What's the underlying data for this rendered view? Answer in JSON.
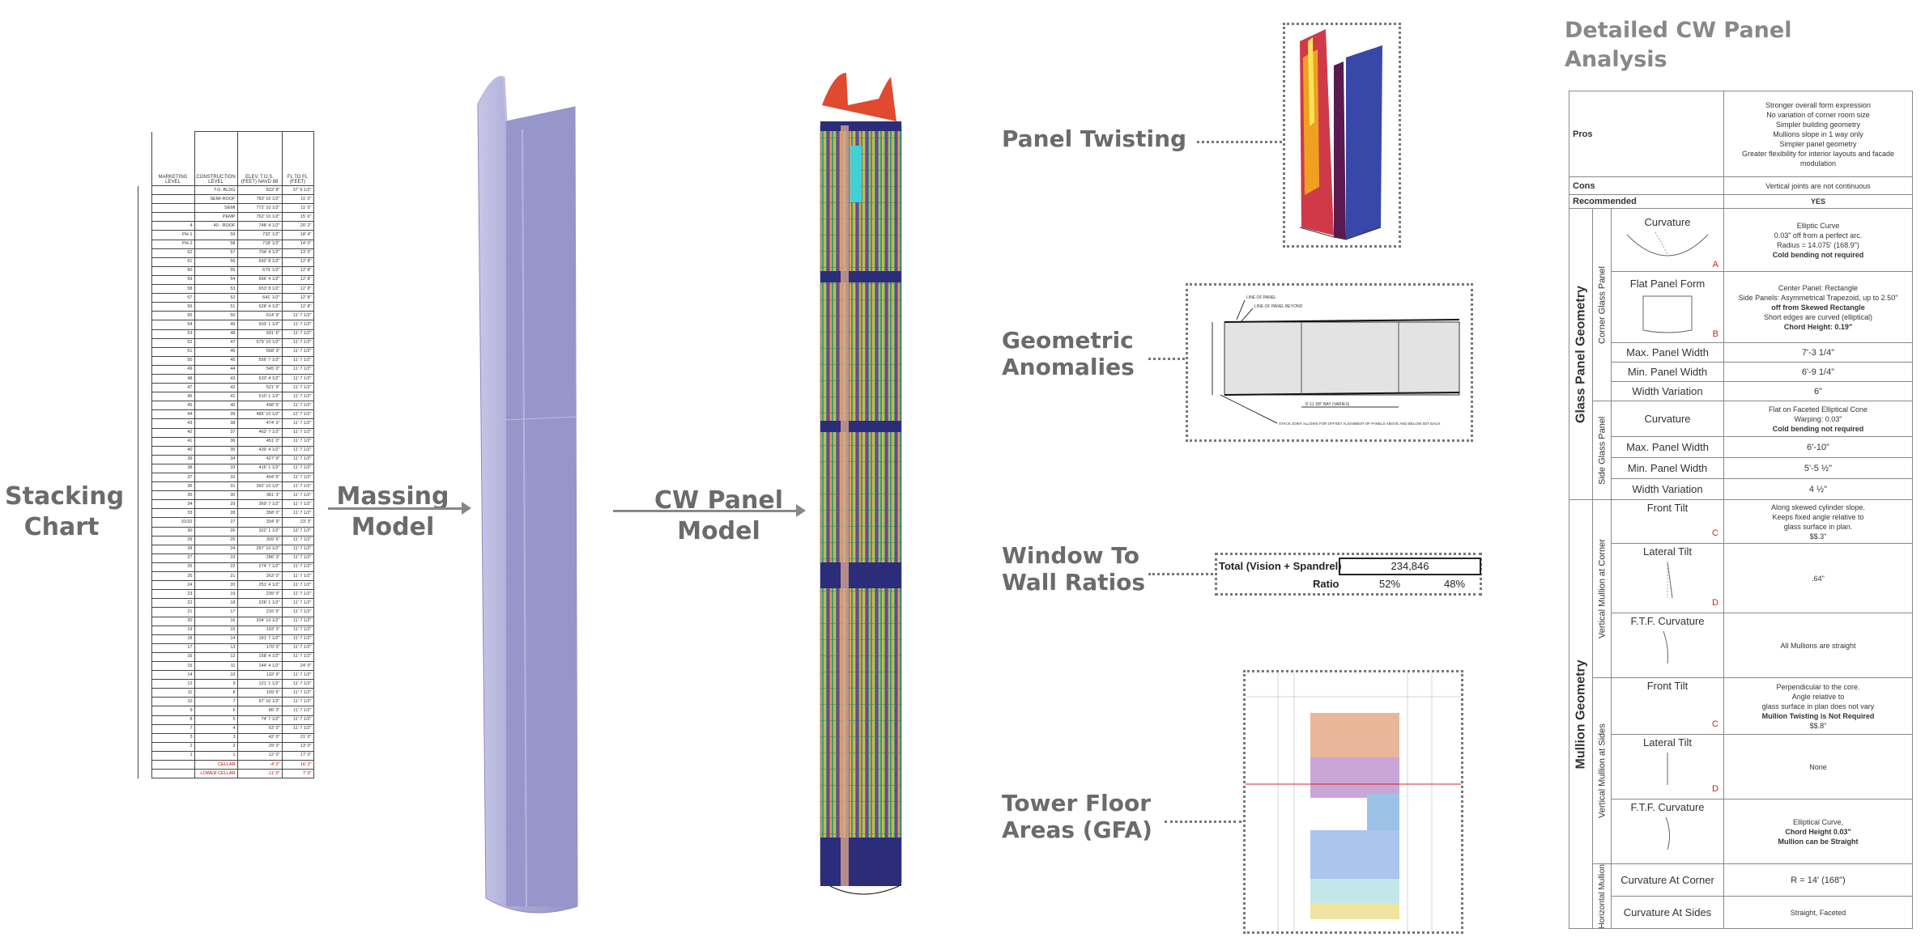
{
  "labels": {
    "stacking_chart_1": "Stacking",
    "stacking_chart_2": "Chart",
    "massing_1": "Massing",
    "massing_2": "Model",
    "cw_panel_1": "CW Panel",
    "cw_panel_2": "Model",
    "panel_twisting": "Panel Twisting",
    "geom_1": "Geometric",
    "geom_2": "Anomalies",
    "wwr_1": "Window To",
    "wwr_2": "Wall Ratios",
    "gfa_1": "Tower Floor",
    "gfa_2": "Areas (GFA)",
    "detail_title_1": "Detailed CW Panel",
    "detail_title_2": "Analysis"
  },
  "wwr": {
    "label": "Total (Vision + Spandrel)",
    "total": "234,846",
    "ratio_label": "Ratio",
    "ratio_1": "52%",
    "ratio_2": "48%"
  },
  "anomaly_notes": {
    "line1": "LINE OF PANEL",
    "line2": "LINE OF PANEL BEYOND",
    "dim": "8'-11 3/8\" BAY (VARIES)",
    "stack": "STACK JOINT ALLOWS FOR OFFSET ALIGNMENT OF PANELS ABOVE AND BELOW SET BACK"
  },
  "stacking": {
    "headers": [
      "MARKETING LEVEL",
      "CONSTRUCTION LEVEL",
      "ELEV. T.O.S. (FEET) NAVD 88",
      "FL TO FL (FEET)"
    ],
    "rows": [
      [
        "",
        "T.O. BLDG",
        "822' 8\"",
        "37' 9 1/2\""
      ],
      [
        "",
        "SEMI-ROOF",
        "783' 10 1/2\"",
        "11' 0\""
      ],
      [
        "",
        "SEMI",
        "772' 10 1/2\"",
        "11' 0\""
      ],
      [
        "",
        "PEMP",
        "762' 10 1/2\"",
        "15' 6\""
      ],
      [
        "4",
        "40 - ROOF",
        "748' 4 1/2\"",
        "20' 2\""
      ],
      [
        "PH-1",
        "59",
        "732' 1/2\"",
        "18' 4\""
      ],
      [
        "PH-2",
        "58",
        "718' 1/2\"",
        "14' 0\""
      ],
      [
        "62",
        "57",
        "704' 4 1/2\"",
        "13' 5\""
      ],
      [
        "61",
        "56",
        "692' 8 1/2\"",
        "12' 8\""
      ],
      [
        "60",
        "55",
        "679' 1/2\"",
        "12' 8\""
      ],
      [
        "59",
        "54",
        "666' 4 1/2\"",
        "12' 8\""
      ],
      [
        "58",
        "53",
        "653' 8 1/2\"",
        "12' 8\""
      ],
      [
        "57",
        "52",
        "641' 1/2\"",
        "12' 8\""
      ],
      [
        "56",
        "51",
        "628' 4 1/2\"",
        "12' 8\""
      ],
      [
        "55",
        "50",
        "614' 9\"",
        "11' 7 1/2\""
      ],
      [
        "54",
        "49",
        "603' 1 1/2\"",
        "11' 7 1/2\""
      ],
      [
        "53",
        "48",
        "591' 6\"",
        "11' 7 1/2\""
      ],
      [
        "52",
        "47",
        "579' 10 1/2\"",
        "11' 7 1/2\""
      ],
      [
        "51",
        "46",
        "568' 3\"",
        "11' 7 1/2\""
      ],
      [
        "50",
        "45",
        "556' 7 1/2\"",
        "11' 7 1/2\""
      ],
      [
        "49",
        "44",
        "545' 0\"",
        "11' 7 1/2\""
      ],
      [
        "48",
        "43",
        "533' 4 1/2\"",
        "11' 7 1/2\""
      ],
      [
        "47",
        "42",
        "521' 9\"",
        "11' 7 1/2\""
      ],
      [
        "46",
        "41",
        "510' 1 1/2\"",
        "11' 7 1/2\""
      ],
      [
        "45",
        "40",
        "498' 6\"",
        "11' 7 1/2\""
      ],
      [
        "44",
        "39",
        "485' 10 1/2\"",
        "12' 7 1/2\""
      ],
      [
        "43",
        "38",
        "474' 3\"",
        "11' 7 1/2\""
      ],
      [
        "42",
        "37",
        "462' 7 1/2\"",
        "11' 7 1/2\""
      ],
      [
        "41",
        "36",
        "451' 0\"",
        "11' 7 1/2\""
      ],
      [
        "40",
        "35",
        "439' 4 1/2\"",
        "11' 7 1/2\""
      ],
      [
        "39",
        "34",
        "427' 9\"",
        "11' 7 1/2\""
      ],
      [
        "38",
        "33",
        "416' 1 1/2\"",
        "11' 7 1/2\""
      ],
      [
        "37",
        "32",
        "404' 6\"",
        "11' 7 1/2\""
      ],
      [
        "36",
        "31",
        "392' 10 1/2\"",
        "11' 7 1/2\""
      ],
      [
        "35",
        "30",
        "381' 3\"",
        "11' 7 1/2\""
      ],
      [
        "34",
        "29",
        "369' 7 1/2\"",
        "11' 7 1/2\""
      ],
      [
        "33",
        "28",
        "358' 0\"",
        "11' 7 1/2\""
      ],
      [
        "31/32",
        "27",
        "334' 9\"",
        "23' 3\""
      ],
      [
        "30",
        "26",
        "322' 1 1/2\"",
        "13' 7 1/2\""
      ],
      [
        "29",
        "25",
        "309' 6\"",
        "11' 7 1/2\""
      ],
      [
        "28",
        "24",
        "297' 10 1/2\"",
        "11' 7 1/2\""
      ],
      [
        "27",
        "23",
        "286' 3\"",
        "11' 7 1/2\""
      ],
      [
        "26",
        "22",
        "274' 7 1/2\"",
        "11' 7 1/2\""
      ],
      [
        "25",
        "21",
        "263' 0\"",
        "11' 7 1/2\""
      ],
      [
        "24",
        "20",
        "251' 4 1/2\"",
        "11' 7 1/2\""
      ],
      [
        "23",
        "19",
        "239' 9\"",
        "11' 7 1/2\""
      ],
      [
        "22",
        "18",
        "228' 1 1/2\"",
        "11' 7 1/2\""
      ],
      [
        "21",
        "17",
        "216' 6\"",
        "11' 7 1/2\""
      ],
      [
        "20",
        "16",
        "204' 10 1/2\"",
        "11' 7 1/2\""
      ],
      [
        "19",
        "15",
        "193' 3\"",
        "11' 7 1/2\""
      ],
      [
        "18",
        "14",
        "181' 7 1/2\"",
        "11' 7 1/2\""
      ],
      [
        "17",
        "13",
        "170' 0\"",
        "11' 7 1/2\""
      ],
      [
        "16",
        "12",
        "158' 4 1/2\"",
        "11' 7 1/2\""
      ],
      [
        "15",
        "11",
        "144' 4 1/2\"",
        "24' 0\""
      ],
      [
        "14",
        "10",
        "132' 9\"",
        "11' 7 1/2\""
      ],
      [
        "12",
        "9",
        "121' 1 1/2\"",
        "11' 7 1/2\""
      ],
      [
        "11",
        "8",
        "109' 6\"",
        "11' 7 1/2\""
      ],
      [
        "10",
        "7",
        "97' 10 1/2\"",
        "11' 7 1/2\""
      ],
      [
        "9",
        "6",
        "86' 3\"",
        "11' 7 1/2\""
      ],
      [
        "8",
        "5",
        "74' 7 1/2\"",
        "11' 7 1/2\""
      ],
      [
        "7",
        "4",
        "63' 0\"",
        "11' 7 1/2\""
      ],
      [
        "3",
        "3",
        "42' 0\"",
        "21' 0\""
      ],
      [
        "2",
        "2",
        "29' 0\"",
        "13' 0\""
      ],
      [
        "1",
        "1",
        "12' 0\"",
        "17' 0\""
      ],
      [
        "",
        "CELLAR",
        "-4' 2\"",
        "16' 2\""
      ],
      [
        "",
        "LOWER CELLAR",
        "-11' 0\"",
        "7' 0\""
      ]
    ]
  },
  "detail": {
    "pros_label": "Pros",
    "pros_text": [
      "Stronger overall form expression",
      "No variation of corner room size",
      "Simpler building geometry",
      "Mullions slope in 1 way only",
      "Simpler panel geometry",
      "Greater flexibility for interior layouts and facade modulation"
    ],
    "cons_label": "Cons",
    "cons_text": "Vertical joints are not continuous",
    "rec_label": "Recommended",
    "rec_value": "YES",
    "glass_group": "Glass Panel Geometry",
    "corner_glass": "Corner Glass Panel",
    "side_glass": "Side Glass Panel",
    "curvature": "Curvature",
    "curv_text": [
      "Elliptic Curve",
      "0.03\" off from a perfect arc.",
      "Radius = 14.075' (168.9\")",
      "Cold bending not required"
    ],
    "mark_a": "A",
    "flat_form": "Flat Panel Form",
    "flat_text": [
      "Center Panel: Rectangle",
      "Side Panels: Asymmetrical Trapezoid, up to 2.50\"",
      "off from Skewed Rectangle",
      "",
      "Short edges are curved (elliptical)",
      "Chord Height: 0.19\""
    ],
    "mark_b": "B",
    "max_w": "Max. Panel Width",
    "max_w_val": "7'-3 1/4\"",
    "min_w": "Min. Panel Width",
    "min_w_val": "6'-9 1/4\"",
    "wvar": "Width Variation",
    "wvar_val": "6\"",
    "side_curv_text": [
      "Flat on Faceted Elliptical Cone",
      "Warping: 0.03\"",
      "Cold bending not required"
    ],
    "side_max_val": "6'-10\"",
    "side_min_val": "5'-5 ½\"",
    "side_wvar_val": "4 ½\"",
    "mullion_group": "Mullion Geometry",
    "vm_corner": "Vertical Mullion at Corner",
    "vm_sides": "Vertical Mullion at Sides",
    "h_mullion": "Horizontal Mullion",
    "front_tilt": "Front Tilt",
    "front_tilt_text": [
      "Along skewed cylinder slope.",
      "Keeps fixed angle relative to",
      "glass surface in plan.",
      "$$.3\""
    ],
    "mark_c": "C",
    "lateral_tilt": "Lateral Tilt",
    "lateral_val": ".64\"",
    "mark_d": "D",
    "ftf": "F.T.F. Curvature",
    "ftf_val": "All Mullions are straight",
    "front_tilt_side_text": [
      "Perpendicular to the core.",
      "Angle relative to",
      "glass surface in plan does not vary",
      "Mullion Twisting is Not Required",
      "$$.8\""
    ],
    "lateral_side_val": "None",
    "ftf_side_text": [
      "Elliptical Curve,",
      "Chord Height 0.03\"",
      "Mullion can be Straight"
    ],
    "curv_corner": "Curvature At Corner",
    "curv_corner_val": "R = 14' (168\")",
    "curv_sides": "Curvature At Sides",
    "curv_sides_val": "Straight, Faceted"
  },
  "colors": {
    "label_gray": "#6b6b6b",
    "massing": "#a9a8d6",
    "navy": "#2b2d7a",
    "red_top": "#e0412e"
  }
}
